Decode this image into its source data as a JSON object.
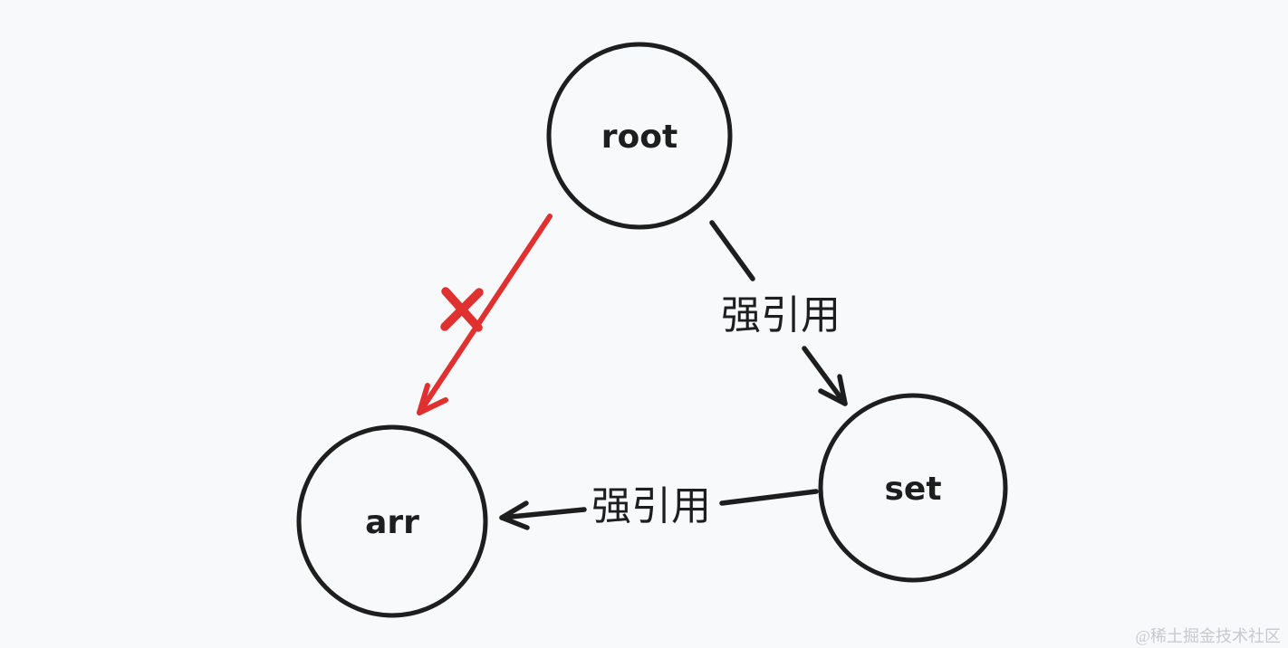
{
  "diagram": {
    "nodes": [
      {
        "id": "root",
        "label": "root"
      },
      {
        "id": "arr",
        "label": "arr"
      },
      {
        "id": "set",
        "label": "set"
      }
    ],
    "edges": [
      {
        "from": "root",
        "to": "arr",
        "label": "",
        "style": "broken",
        "marker": "x-icon",
        "color": "#e03131"
      },
      {
        "from": "root",
        "to": "set",
        "label": "强引用",
        "style": "strong",
        "color": "#1e1e1e"
      },
      {
        "from": "set",
        "to": "arr",
        "label": "强引用",
        "style": "strong",
        "color": "#1e1e1e"
      }
    ]
  },
  "watermark": {
    "text": "@稀土掘金技术社区"
  },
  "colors": {
    "bg": "#f8f9fb",
    "ink": "#1e1e1e",
    "red": "#e03131",
    "watermark": "#c6cacd"
  }
}
